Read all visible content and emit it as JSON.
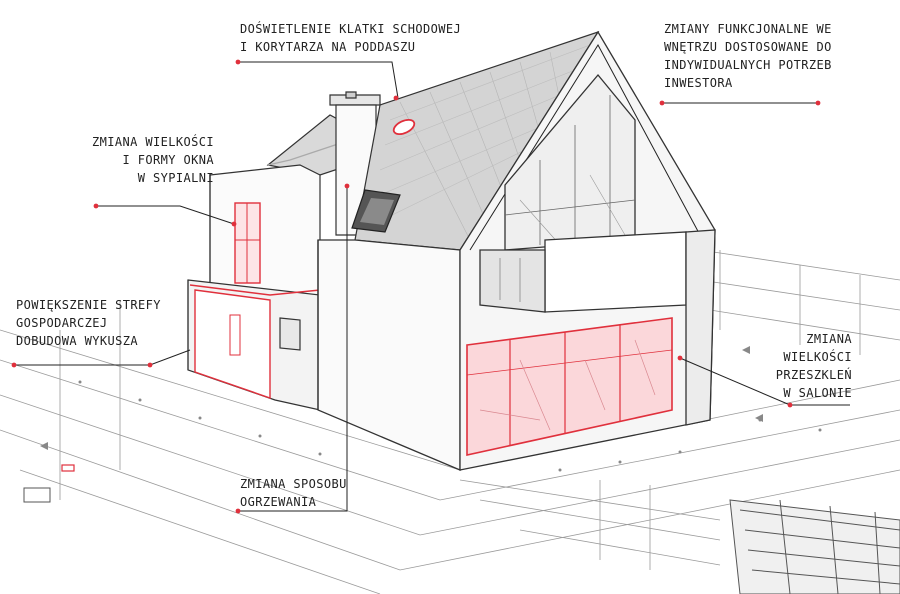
{
  "accent_color": "#e0303c",
  "annotations": {
    "stair_lighting": [
      "Doświetlenie klatki schodowej",
      "i korytarza na poddaszu"
    ],
    "functional_changes": [
      "Zmiany funkcjonalne we",
      "wnętrzu dostosowane do",
      "indywidualnych potrzeb",
      "inwestora"
    ],
    "bedroom_window": [
      "Zmiana wielkości",
      "i formy okna",
      "w sypialni"
    ],
    "utility_zone": [
      "Powiększenie strefy",
      "gospodarczej",
      "Dobudowa wykusza"
    ],
    "living_glazing": [
      "Zmiana",
      "wielkości",
      "przeszkleń",
      "w salonie"
    ],
    "heating": [
      "Zmiana sposobu",
      "ogrzewania"
    ]
  }
}
